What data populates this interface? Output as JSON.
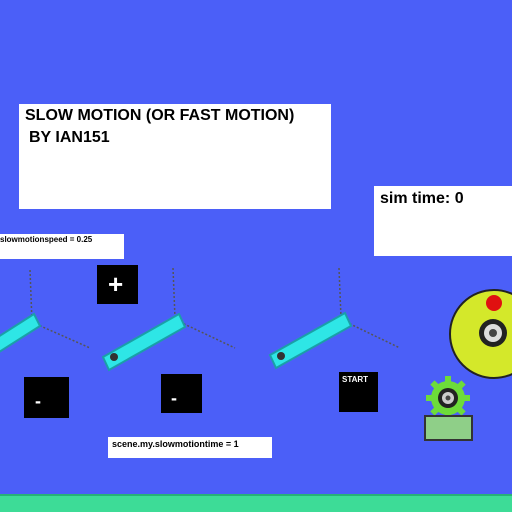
{
  "title": {
    "line1": "SLOW MOTION (OR FAST MOTION)",
    "line2": "BY IAN151"
  },
  "sim_time": "sim time: 0",
  "speed_label": "slowmotionspeed = 0.25",
  "scene_label": "scene.my.slowmotiontime = 1",
  "buttons": {
    "plus": "+",
    "minus_left": "-",
    "minus_right": "-",
    "start": "START"
  },
  "colors": {
    "background": "#4b5ff8",
    "paddle": "#2ee6e6",
    "floor": "#3ddc97",
    "wheel": "#d4e82a",
    "gear": "#6ddc3a",
    "box": "#8fcf88",
    "dot": "#e01010"
  }
}
